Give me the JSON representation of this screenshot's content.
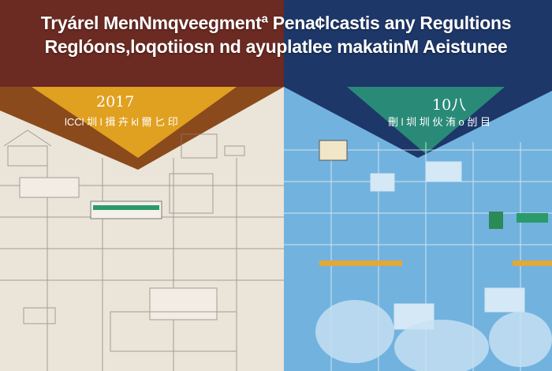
{
  "title": {
    "line1": "Tryárel MenNmqveegmentª Pena¢lcastis any Regultions",
    "line2": "Reglóons,loqotiiosn nd ayuplatlee makatinM Aeistunee"
  },
  "left_panel": {
    "year": "2017",
    "subtitle": "lCCl 圳 l 揖 卉 kl 爾 匕 印"
  },
  "right_panel": {
    "year": "10八",
    "subtitle": "刪 l 圳 圳 伙 洧 o 刣 目"
  },
  "colors": {
    "left_banner": "#6b2a22",
    "right_banner": "#1d3768",
    "left_background": "#ebe4d8",
    "right_background": "#72b2de",
    "left_accent": "#e0a020",
    "right_accent": "#2a8a78",
    "progress_green": "#2a9a6a",
    "progress_yellow": "#e0a93a"
  }
}
